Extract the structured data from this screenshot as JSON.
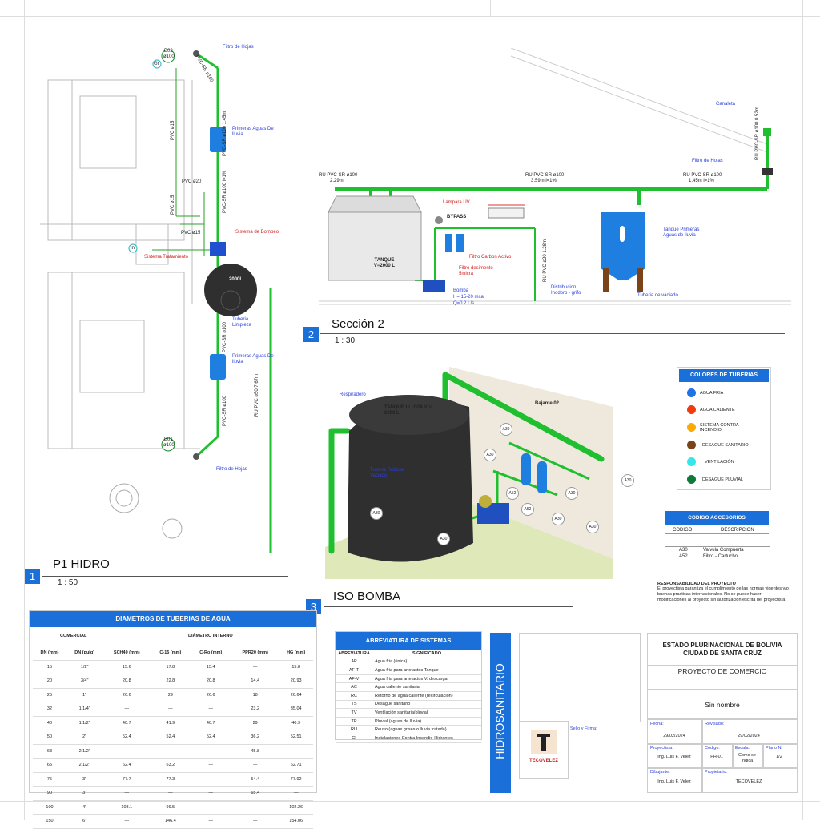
{
  "plan": {
    "view_number": "1",
    "title": "P1 HIDRO",
    "scale": "1 : 50",
    "labels": {
      "filtro_hojas_top": "Filtro de Hojas",
      "b02": "B02",
      "b02_dia": "ø100",
      "gr": "Gr",
      "pvc_top": "PVC-SR ø100",
      "pvc_145": "PVC-SR ø100 1.45m",
      "primeras_aguas_1": "Primeras Aguas De lluvia",
      "pvc15_a": "PVC ø15",
      "pvc20": "PVC ø20",
      "pvc15_b": "PVC ø15",
      "pvc15_c": "PVC ø15",
      "pvc100_mid": "PVC-SR ø100 i=1%",
      "sistema_bombeo": "Sistema de Bombeo",
      "in": "In",
      "sistema_tratamiento": "Sistema Tratamiento",
      "tank": "2000L",
      "tuberia_limpieza": "Tuberia Limpieza",
      "pvc100_low": "PVC-SR ø100",
      "primeras_aguas_2": "Primeras Aguas De lluvia",
      "ru_pvc50": "RU PVC ø50 7.67m",
      "pvc100_bottom": "PVC-SR ø100",
      "b01": "B01",
      "b01_dia": "ø100",
      "filtro_hojas_bottom": "Filtro de Hojas"
    }
  },
  "section": {
    "view_number": "2",
    "title": "Sección 2",
    "scale": "1 : 30",
    "labels": {
      "canaleta": "Canaleta",
      "ru_right": "RU PVC-SR ø100 0.52m",
      "filtro_hojas": "Filtro de Hojas",
      "ru_left": "RU PVC-SR ø100",
      "ru_left_len": "2.29m",
      "ru_mid": "RU PVC-SR ø100",
      "ru_mid_len": "3.59m i=1%",
      "ru_r2": "RU PVC-SR ø100",
      "ru_r2_len": "1.45m i=1%",
      "lampara": "Lampara UV",
      "bypass": "BYPASS",
      "carbon": "Filtro Carbon Activo",
      "tanque": "TANQUE V=2000 L",
      "sedimento": "Filtro desimento 5micra",
      "ru_pvc20": "RU PVC ø20 1.28m",
      "tanque_primeras": "Tanque Primeras Aguas de lluvia",
      "bomba": "Bomba",
      "bomba_h": "H= 15-20 mca",
      "bomba_q": "Q=0.2 L/s",
      "distribucion": "Distribucion Inodoro - grifo",
      "vaciado": "Tuberia de vaciado"
    }
  },
  "iso": {
    "view_number": "3",
    "title": "ISO BOMBA",
    "labels": {
      "respiradero": "Respiradero",
      "tanque": "TANQUE LLUVIA V = 2000 L",
      "bajante": "Bajante 02",
      "rebose": "Tuberia Rebose Vaciado"
    },
    "tags": [
      "A30",
      "A30",
      "A30",
      "A52",
      "A52",
      "A30",
      "A30",
      "A30",
      "A30",
      "A30"
    ]
  },
  "colors_legend": {
    "title": "COLORES DE TUBERIAS",
    "items": [
      {
        "label": "AGUA FRIA",
        "color": "#1e73e8"
      },
      {
        "label": "AGUA CALIENTE",
        "color": "#f23a0c"
      },
      {
        "label": "SISTEMA CONTRA INCENDIO",
        "color": "#ffaa00"
      },
      {
        "label": "DESAGUE SANITARIO",
        "color": "#7a4318"
      },
      {
        "label": "VENTILACIÓN",
        "color": "#37e6ea"
      },
      {
        "label": "DESAGUE PLUVIAL",
        "color": "#0e7a38"
      }
    ]
  },
  "accessories": {
    "title": "CODIGO ACCESORIOS",
    "col_code": "CODIGO",
    "col_desc": "DESCRIPCION",
    "rows": [
      {
        "code": "A30",
        "desc": "Valvula Compuerta"
      },
      {
        "code": "A52",
        "desc": "Filtro - Cartucho"
      }
    ]
  },
  "responsibility": {
    "title": "RESPONSABILIDAD DEL PROYECTO",
    "text": "El proyectista garantiza el cumplimiento de las normas vigentes y/o buenas practicas internacionales. No se puede hacer modificaciones al proyecto sin autorizacion escrita del proyectista"
  },
  "pipe_table": {
    "title": "DIAMETROS DE TUBERIAS DE AGUA",
    "group_commercial": "COMERCIAL",
    "group_internal": "DIÁMETRO INTERNO",
    "headers": [
      "DN (mm)",
      "DN (pulg)",
      "SCH40 (mm)",
      "C-15 (mm)",
      "C-Ro (mm)",
      "PPR20 (mm)",
      "HG (mm)"
    ],
    "rows": [
      [
        "15",
        "1/2\"",
        "15.6",
        "17.8",
        "15.4",
        "—",
        "15.8"
      ],
      [
        "20",
        "3/4\"",
        "20.8",
        "22.8",
        "20.8",
        "14.4",
        "20.93"
      ],
      [
        "25",
        "1\"",
        "26.6",
        "29",
        "26.6",
        "18",
        "26.64"
      ],
      [
        "32",
        "1 1/4\"",
        "—",
        "—",
        "—",
        "23.2",
        "35.04"
      ],
      [
        "40",
        "1 1/2\"",
        "40.7",
        "41.9",
        "40.7",
        "29",
        "40.9"
      ],
      [
        "50",
        "2\"",
        "52.4",
        "52.4",
        "52.4",
        "36.2",
        "52.51"
      ],
      [
        "63",
        "2 1/2\"",
        "—",
        "—",
        "—",
        "45.8",
        "—"
      ],
      [
        "65",
        "2 1/2\"",
        "62.4",
        "63.2",
        "—",
        "—",
        "62.71"
      ],
      [
        "75",
        "3\"",
        "77.7",
        "77.3",
        "—",
        "54.4",
        "77.92"
      ],
      [
        "90",
        "3\"",
        "—",
        "—",
        "—",
        "65.4",
        "—"
      ],
      [
        "100",
        "4\"",
        "108.1",
        "99.5",
        "—",
        "—",
        "102.26"
      ],
      [
        "150",
        "6\"",
        "—",
        "146.4",
        "—",
        "—",
        "154.06"
      ]
    ]
  },
  "abbr_table": {
    "title": "ABREVIATURA DE SISTEMAS",
    "col_abbr": "ABREVIATURA",
    "col_meaning": "SIGNIFICADO",
    "rows": [
      [
        "AP",
        "Agua fria (única)"
      ],
      [
        "AF-T",
        "Agua fria para artefactos Tanque"
      ],
      [
        "AF-V",
        "Agua fria para artefactos V. descarga"
      ],
      [
        "AC",
        "Agua caliente sanitaria"
      ],
      [
        "RC",
        "Retorno de agua caliente (recirculación)"
      ],
      [
        "TS",
        "Desagüe sanitario"
      ],
      [
        "TV",
        "Ventilación sanitaria/pluvial"
      ],
      [
        "TP",
        "Pluvial (aguas de lluvia)"
      ],
      [
        "RU",
        "Reuso (aguas grises o lluvia tratada)"
      ],
      [
        "CI",
        "Instalaciones Contra Incendio-Hidrantes"
      ]
    ]
  },
  "title_block": {
    "discipline": "HIDROSANITARIO",
    "logo_text": "TECOVELEZ",
    "sello": "Sello y Firma:",
    "entity_line1": "ESTADO PLURINACIONAL DE BOLIVIA",
    "entity_line2": "CIUDAD DE SANTA CRUZ",
    "project": "PROYECTO DE COMERCIO",
    "name": "Sin nombre",
    "fecha_label": "Fecha:",
    "fecha": "29/02/2024",
    "revisado_label": "Revisado:",
    "revisado": "29/02/2024",
    "proyectista_label": "Proyectista:",
    "proyectista": "Ing. Luis F. Velez",
    "codigo_label": "Codigo:",
    "codigo": "PH-01",
    "escala_label": "Escala:",
    "escala": "Como se indica",
    "plano_label": "Plano N:",
    "plano": "1/2",
    "dibujante_label": "Dibujante:",
    "dibujante": "Ing. Luis F. Velez",
    "propietario_label": "Propietario:",
    "propietario": "TECOVELEZ"
  }
}
